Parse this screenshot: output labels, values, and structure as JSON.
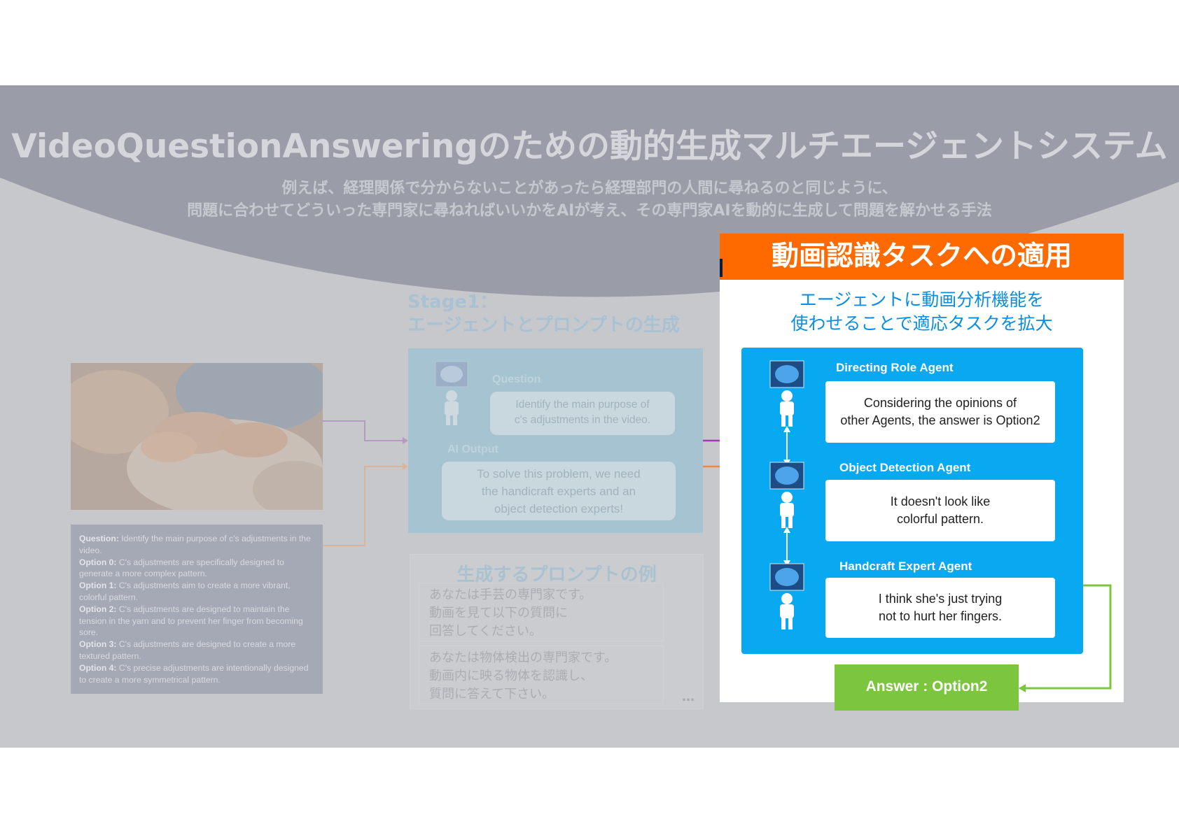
{
  "title": "VideoQuestionAnsweringのための動的生成マルチエージェントシステム",
  "subtitle": {
    "line1": "例えば、経理関係で分からないことがあったら経理部門の人間に尋ねるのと同じように、",
    "line2": "問題に合わせてどういった専門家に尋ねればいいかをAIが考え、その専門家AIを動的に生成して問題を解かせる手法"
  },
  "question_box": {
    "items": [
      {
        "label": "Question:",
        "text": " Identify the main purpose of c's adjustments in the video."
      },
      {
        "label": "Option 0:",
        "text": " C's adjustments are specifically designed to generate a more complex pattern."
      },
      {
        "label": "Option 1:",
        "text": " C's adjustments aim to create a more vibrant, colorful pattern."
      },
      {
        "label": "Option 2:",
        "text": " C's adjustments are designed to maintain the tension in the yarn and to prevent her finger from becoming sore."
      },
      {
        "label": "Option 3:",
        "text": " C's adjustments are designed to create a more textured pattern."
      },
      {
        "label": "Option 4:",
        "text": " C's precise adjustments are intentionally designed to create a more symmetrical pattern."
      }
    ]
  },
  "stage1": {
    "title_line1": "Stage1：",
    "title_line2": "エージェントとプロンプトの生成",
    "question_label": "Question",
    "question_text_1": "Identify the main purpose of",
    "question_text_2": "c's adjustments in the video.",
    "ai_output_label": "AI Output",
    "ai_output_1": "To solve this problem, we need",
    "ai_output_2": "the handicraft experts and an",
    "ai_output_3": "object detection experts!"
  },
  "prompt_examples": {
    "title": "生成するプロンプトの例",
    "card1": [
      "あなたは手芸の専門家です。",
      "動画を見て以下の質問に",
      "回答してください。"
    ],
    "card2": [
      "あなたは物体検出の専門家です。",
      "動画内に映る物体を認識し、",
      "質問に答えて下さい。"
    ],
    "more": "…"
  },
  "application": {
    "header": "動画認識タスクへの適用",
    "sub_line1": "エージェントに動画分析機能を",
    "sub_line2": "使わせることで適応タスクを拡大",
    "agents": [
      {
        "name": "Directing Role Agent",
        "msg_line1": "Considering the opinions of",
        "msg_line2": "other Agents, the answer is Option2"
      },
      {
        "name": "Object Detection Agent",
        "msg_line1": "It doesn't look like",
        "msg_line2": "colorful pattern."
      },
      {
        "name": "Handcraft Expert Agent",
        "msg_line1": "I think she's just trying",
        "msg_line2": "not to hurt her fingers."
      }
    ],
    "answer": "Answer : Option2"
  },
  "colors": {
    "orange": "#ff6a00",
    "blue": "#08a9f0",
    "green": "#7cc63f",
    "arc_gray": "#9a9da8"
  }
}
